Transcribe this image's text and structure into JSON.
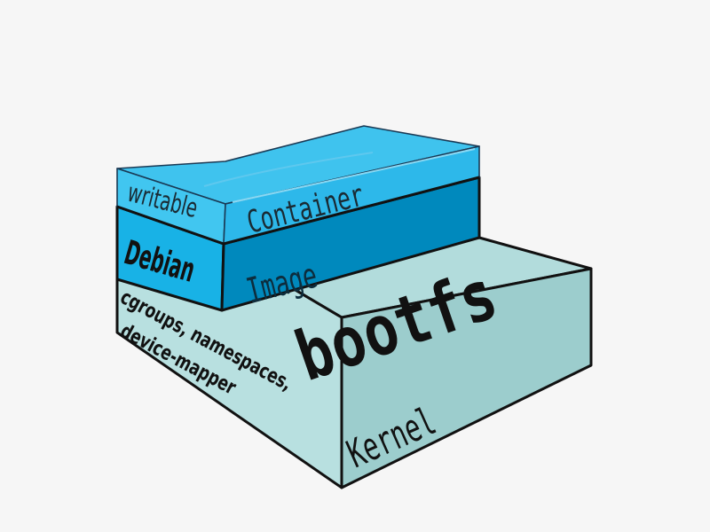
{
  "diagram": {
    "layers": {
      "kernel": {
        "front_label": "Kernel",
        "side_label_line1": "cgroups, namespaces,",
        "side_label_line2": "device-mapper",
        "top_label": "bootfs",
        "colors": {
          "top": "#b2dcdc",
          "front": "#9ccdcd",
          "side": "#b8e0e0"
        }
      },
      "image": {
        "front_label": "Image",
        "side_label": "Debian",
        "colors": {
          "front": "#0089bd",
          "side": "#18b2e6"
        }
      },
      "container": {
        "front_label": "Container",
        "side_label": "writable",
        "colors": {
          "top": "#3fc3ee",
          "front": "#2db8ea",
          "side": "#41c6f0"
        }
      }
    }
  }
}
